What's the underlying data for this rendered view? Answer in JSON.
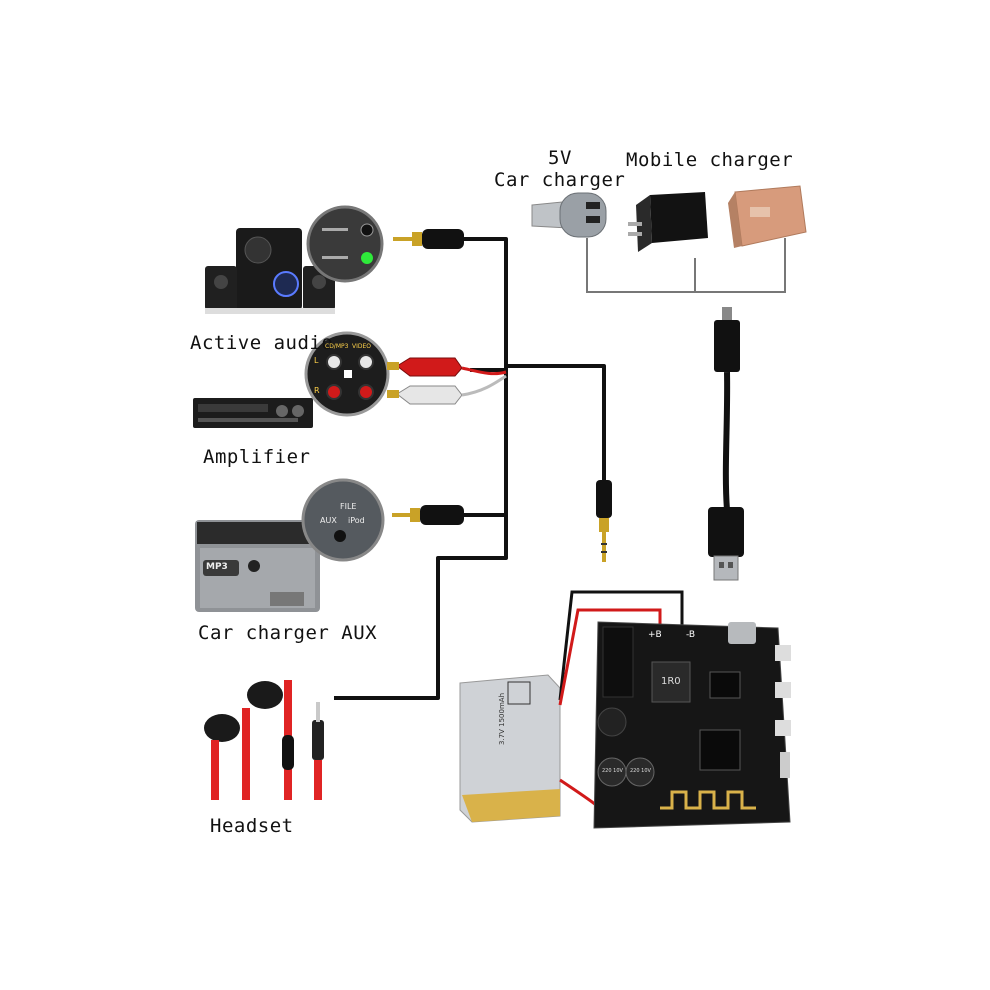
{
  "labels": {
    "car_charger_voltage": "5V",
    "car_charger": "Car charger",
    "mobile_charger": "Mobile charger",
    "active_audio": "Active audio",
    "amplifier": "Amplifier",
    "car_charger_aux": "Car charger AUX",
    "headset": "Headset"
  },
  "small_text": {
    "aux_panel_file": "FILE",
    "aux_panel_aux": "AUX",
    "aux_panel_ipod": "iPod",
    "amp_cd_mp3": "CD/MP3",
    "amp_video": "VIDEO",
    "amp_l": "L",
    "amp_r": "R",
    "stereo_brand": "MP3",
    "pcb_plus_b": "+B",
    "pcb_minus_b": "-B",
    "pcb_inductor": "1R0",
    "pcb_cap_1": "220 10V",
    "pcb_cap_2": "220 10V",
    "battery_spec": "3.7V 1500mAh"
  },
  "colors": {
    "cable": "#111111",
    "red_wire": "#d11a1a",
    "board": "#161616",
    "battery": "#cfd2d6",
    "headset_red": "#e02424",
    "gold_plug": "#c9a227"
  }
}
